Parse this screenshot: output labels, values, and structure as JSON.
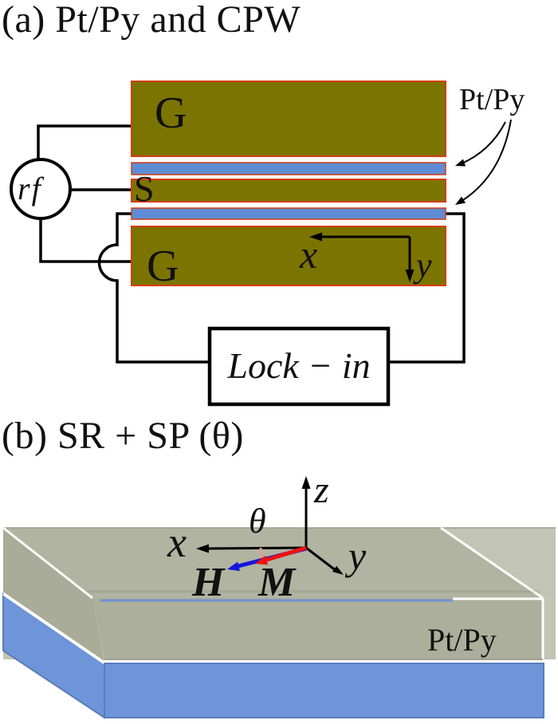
{
  "figure": {
    "panel_a": {
      "title": "(a) Pt/Py and CPW",
      "electrode_top_label": "G",
      "signal_label": "S",
      "electrode_bottom_label": "G",
      "rf_label": "rf",
      "lockin_label": "Lock − in",
      "film_label": "Pt/Py",
      "x_axis_label": "x",
      "y_axis_label": "y",
      "colors": {
        "electrode": "#7c7400",
        "electrode_border": "#d43d12",
        "film_strip": "#5e8cd4",
        "wire": "#000000"
      }
    },
    "panel_b": {
      "title": "(b) SR + SP (θ)",
      "x_axis_label": "x",
      "y_axis_label": "y",
      "z_axis_label": "z",
      "field_label": "H",
      "magnetization_label": "M",
      "angle_label": "θ",
      "film_label": "Pt/Py",
      "colors": {
        "film_glass": "#c2c5b4",
        "film_top": "#b1b4a0",
        "film_front": "#acaf9b",
        "film_side": "#a9ac98",
        "substrate": "#6e94d9",
        "substrate_edge": "#5a7cba",
        "film_edge_blue": "#6d92d6",
        "field": "#1515dd",
        "magnetization": "#ee1111",
        "angle_arc": "#e89b9b"
      }
    }
  }
}
